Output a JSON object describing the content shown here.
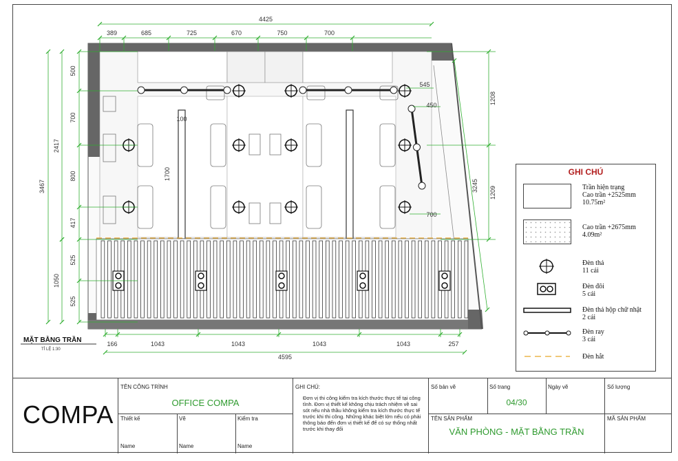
{
  "dimensions": {
    "top_total": "4425",
    "top_segments": [
      "389",
      "685",
      "725",
      "670",
      "750",
      "700"
    ],
    "bottom_total": "4595",
    "bottom_segments": [
      "166",
      "1043",
      "1043",
      "1043",
      "1043",
      "257"
    ],
    "left_total": "3467",
    "left_group": "2417",
    "left_bottom_group": "1050",
    "left_segments": [
      "500",
      "700",
      "800",
      "417",
      "525",
      "525"
    ],
    "right_segments": [
      "1208",
      "1209"
    ],
    "right_diag": "3245",
    "inner": [
      "545",
      "450",
      "100",
      "1700",
      "700"
    ]
  },
  "drawing": {
    "title": "MẶT BẰNG TRẦN",
    "scale": "TỈ LỆ 1:30"
  },
  "legend": {
    "title": "GHI CHÚ",
    "items": [
      {
        "line1": "Trần hiện trạng",
        "line2": "Cao trần +2525mm",
        "line3": "10.75m²"
      },
      {
        "line1": "Cao trần +2675mm",
        "line2": "4.09m²",
        "line3": ""
      },
      {
        "line1": "Đèn thả",
        "line2": "11 cái",
        "line3": ""
      },
      {
        "line1": "Đèn đôi",
        "line2": "5 cái",
        "line3": ""
      },
      {
        "line1": "Đèn thả hộp chữ nhật",
        "line2": "2 cái",
        "line3": ""
      },
      {
        "line1": "Đèn ray",
        "line2": "3 cái",
        "line3": ""
      },
      {
        "line1": "Đèn hắt",
        "line2": "",
        "line3": ""
      }
    ]
  },
  "title_block": {
    "logo": "COMPA",
    "project_label": "TÊN CÔNG TRÌNH",
    "project_name": "OFFICE COMPA",
    "designer_label": "Thiết kế",
    "drawer_label": "Vẽ",
    "checker_label": "Kiểm tra",
    "designer_name": "Name",
    "drawer_name": "Name",
    "checker_name": "Name",
    "note_label": "GHI CHÚ:",
    "note_text": "Đơn vị thi công kiểm tra kích thước thực tế tại công tình. Đơn vị thiết kế không chịu trách nhiệm về sai sót nếu nhà thầu không kiểm tra kích thước thực tế trước khi thi công. Những khác biệt lớn nếu có phải thông báo đến đơn vị thiết kế để có sự thống nhất trước khi thay đổi",
    "drawing_no_label": "Số bản vẽ",
    "page_no_label": "Số trang",
    "page_no": "04/30",
    "date_label": "Ngày vẽ",
    "qty_label": "Số lượng",
    "product_label": "TÊN SẢN PHẨM",
    "product_name": "VĂN PHÒNG - MẶT BẰNG TRẦN",
    "product_code_label": "MÃ SẢN PHẨM"
  },
  "colors": {
    "dim": "#2fae2f",
    "wall": "#666666",
    "accent": "#b21e1e",
    "cove": "#e8a628"
  }
}
